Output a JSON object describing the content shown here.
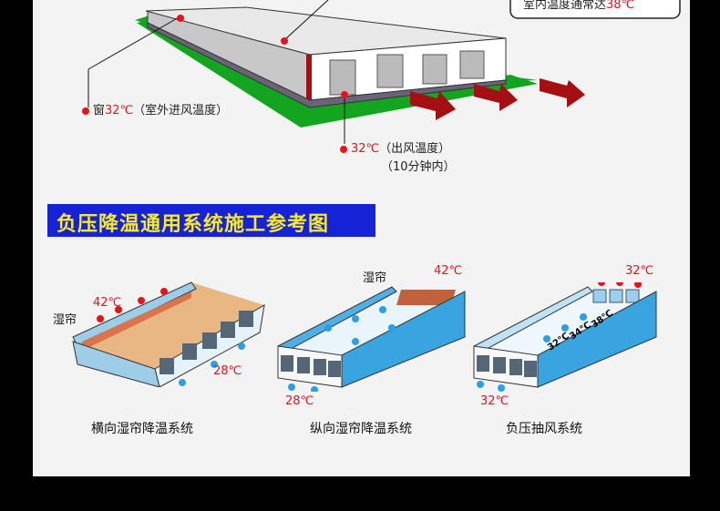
{
  "top": {
    "callout": {
      "prefix": "室内温度通常达",
      "temp": "38℃"
    },
    "window_label": {
      "prefix": "窗",
      "temp": "32℃",
      "suffix": "（室外进风温度）"
    },
    "outlet_label": {
      "temp": "32℃",
      "suffix": "（出风温度）",
      "note": "（10分钟内）"
    }
  },
  "banner": {
    "title": "负压降温通用系统施工参考图"
  },
  "systems": [
    {
      "caption": "横向湿帘降温系统",
      "curtain": "湿帘",
      "in_temp": "42℃",
      "out_temp": "28℃"
    },
    {
      "caption": "纵向湿帘降温系统",
      "curtain": "湿帘",
      "in_temp": "42℃",
      "out_temp": "28℃"
    },
    {
      "caption": "负压抽风系统",
      "in_temp": "32℃",
      "out_temp": "32℃",
      "gradient": [
        "32℃",
        "34℃",
        "38℃"
      ]
    }
  ],
  "colors": {
    "banner_bg": "#1522d6",
    "banner_text": "#f7e82a",
    "accent_red": "#e8121b",
    "arrow_red": "#a50f14",
    "airflow_blue": "#2a9ee6",
    "ground_green": "#13a51f"
  }
}
